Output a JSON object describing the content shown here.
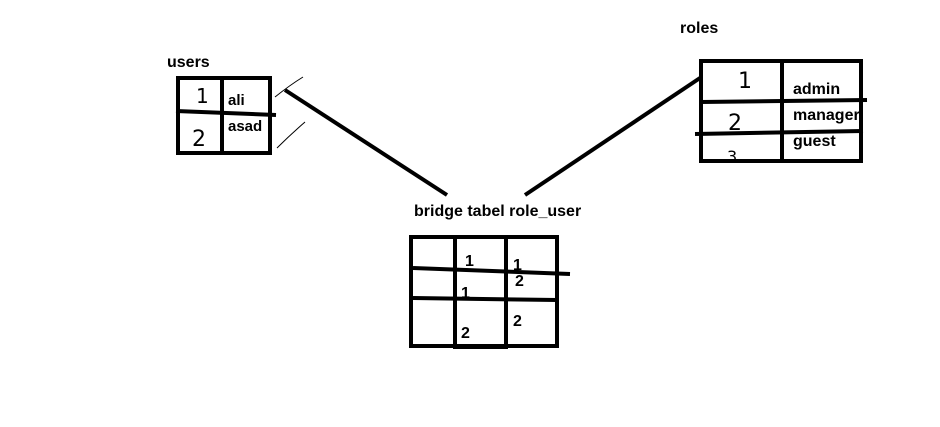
{
  "colors": {
    "ink": "#000000",
    "background": "#ffffff"
  },
  "users": {
    "title": "users",
    "rows": [
      {
        "id": "1",
        "name": "ali"
      },
      {
        "id": "2",
        "name": "asad"
      }
    ]
  },
  "roles": {
    "title": "roles",
    "rows": [
      {
        "id": "1",
        "name": "admin"
      },
      {
        "id": "2",
        "name": "manager"
      },
      {
        "id": "3",
        "name": "guest"
      }
    ]
  },
  "bridge": {
    "title": "bridge tabel role_user",
    "rows": [
      {
        "user_id": "1",
        "role_id": "1"
      },
      {
        "user_id": "1",
        "role_id": "2"
      },
      {
        "user_id": "2",
        "role_id": "2"
      }
    ]
  }
}
